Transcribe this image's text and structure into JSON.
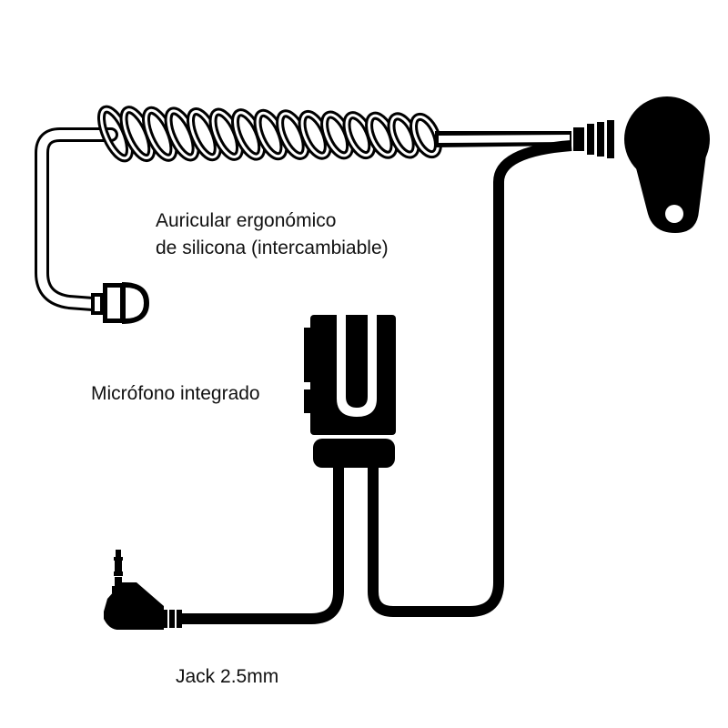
{
  "labels": {
    "earpiece_line1": "Auricular ergonómico",
    "earpiece_line2": "de silicona (intercambiable)",
    "microphone": "Micrófono integrado",
    "jack": "Jack 2.5mm"
  },
  "colors": {
    "ink": "#000000",
    "background": "#ffffff"
  }
}
